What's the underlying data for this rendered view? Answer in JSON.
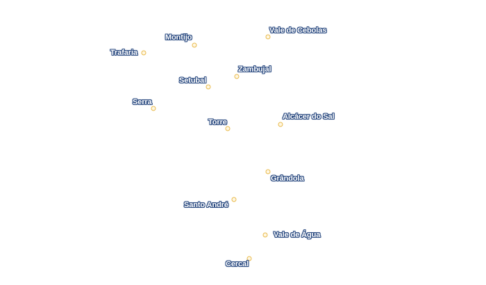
{
  "map": {
    "marker_color": "#e8b94a",
    "label_text_color": "#ffffff",
    "label_halo_color": "#2a4a80",
    "places": [
      {
        "id": "vale-de-cebolas",
        "name": "Vale de Cebolas"
      },
      {
        "id": "montijo",
        "name": "Montijo"
      },
      {
        "id": "trafaria",
        "name": "Trafaria"
      },
      {
        "id": "zambujal",
        "name": "Zambujal"
      },
      {
        "id": "setubal",
        "name": "Setubal"
      },
      {
        "id": "serra",
        "name": "Serra"
      },
      {
        "id": "alcacer-do-sal",
        "name": "Alcácer do Sal"
      },
      {
        "id": "torre",
        "name": "Torre"
      },
      {
        "id": "grandola",
        "name": "Grândola"
      },
      {
        "id": "santo-andre",
        "name": "Santo André"
      },
      {
        "id": "vale-de-agua",
        "name": "Vale de Água"
      },
      {
        "id": "cercal",
        "name": "Cercal"
      }
    ]
  }
}
